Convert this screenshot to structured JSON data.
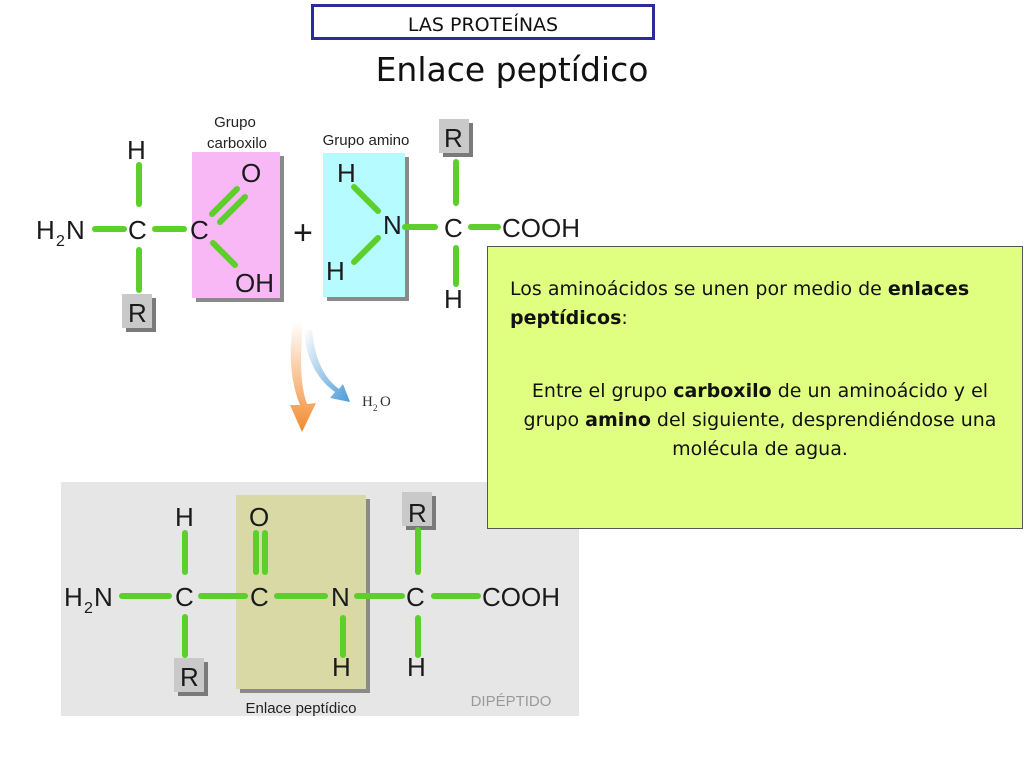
{
  "header": {
    "title": "LAS PROTEÍNAS"
  },
  "slide_title": "Enlace peptídico",
  "reactant": {
    "group_carboxyl_label_1": "Grupo",
    "group_carboxyl_label_2": "carboxilo",
    "group_amino_label": "Grupo amino",
    "plus": "+",
    "atoms": {
      "h_top_left": "H",
      "h2n": "H",
      "h2n_sub": "2",
      "h2n_n": "N",
      "c1": "C",
      "r1": "R",
      "c2": "C",
      "o": "O",
      "oh": "OH",
      "h_amino_top": "H",
      "n": "N",
      "h_amino_bottom": "H",
      "c3": "C",
      "r2": "R",
      "cooh": "COOH",
      "h_bottom": "H"
    }
  },
  "water": {
    "h": "H",
    "sub": "2",
    "o": "O"
  },
  "product": {
    "atoms": {
      "h_top": "H",
      "o": "O",
      "r_top": "R",
      "h2n": "H",
      "h2n_sub": "2",
      "h2n_n": "N",
      "c1": "C",
      "c2": "C",
      "n": "N",
      "c3": "C",
      "cooh": "COOH",
      "r_bottom": "R",
      "h_n": "H",
      "h_c3": "H"
    },
    "bond_label": "Enlace peptídico",
    "name": "DIPÉPTIDO"
  },
  "info": {
    "p1_a": "Los aminoácidos se unen por medio de ",
    "p1_b": "enlaces peptídicos",
    "p1_c": ":",
    "p2_a": "Entre el grupo ",
    "p2_b": "carboxilo",
    "p2_c": " de un aminoácido y el grupo ",
    "p2_d": "amino",
    "p2_e": " del siguiente, desprendiéndose una molécula de agua."
  },
  "colors": {
    "bond_green": "#5ccf2a",
    "carboxyl_pink": "#f7b8f5",
    "amino_cyan": "#b6fbff",
    "peptide_khaki": "#d9d9a6",
    "info_bg": "#e0ff80",
    "r_box": "#c9c9c9"
  }
}
